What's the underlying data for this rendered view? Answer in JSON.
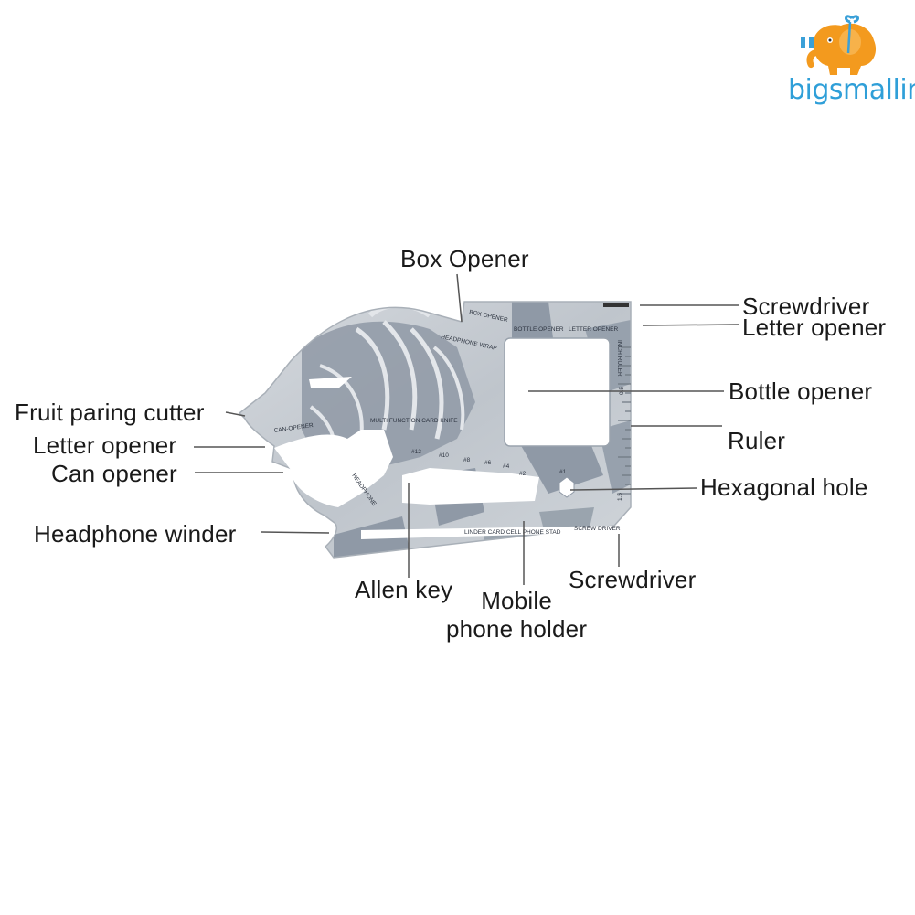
{
  "brand": {
    "name": "bigsmallin",
    "logo_icon": "elephant-gift-icon",
    "colors": {
      "elephant": "#f39a1e",
      "text": "#2f9fd8",
      "bow": "#3aa0d8"
    }
  },
  "tool": {
    "card_color": "#bfc5cc",
    "shade_color": "#8f99a6",
    "engravings": {
      "box_opener": "BOX OPENER",
      "bottle_opener": "BOTTLE OPENER",
      "letter_opener": "LETTER OPENER",
      "headphone_wrap": "HEADPHONE WRAP",
      "multi_function": "MULTI FUNCTION CARD KNIFE",
      "can_opener": "CAN-OPENER",
      "headphone": "HEADPHONE",
      "inch_ruler": "INCH RULER",
      "phone_stand": "LINDER CARD CELL PHONE STAD",
      "screwdriver": "SCREW DRIVER",
      "ruler_mark_1": "0.5",
      "ruler_mark_2": "1.5",
      "hex_sizes": [
        "#12",
        "#10",
        "#8",
        "#6",
        "#4",
        "#2",
        "#1"
      ]
    }
  },
  "labels": {
    "box_opener": "Box Opener",
    "screwdriver_top": "Screwdriver",
    "letter_opener_right": "Letter opener",
    "fruit_paring_cutter": "Fruit paring cutter",
    "letter_opener_left": "Letter opener",
    "can_opener": "Can opener",
    "bottle_opener": "Bottle opener",
    "ruler": "Ruler",
    "hexagonal_hole": "Hexagonal hole",
    "headphone_winder": "Headphone winder",
    "allen_key": "Allen key",
    "mobile_phone_holder": "Mobile phone holder",
    "mobile_line1": "Mobile",
    "mobile_line2": "phone holder",
    "screwdriver_bottom": "Screwdriver"
  }
}
